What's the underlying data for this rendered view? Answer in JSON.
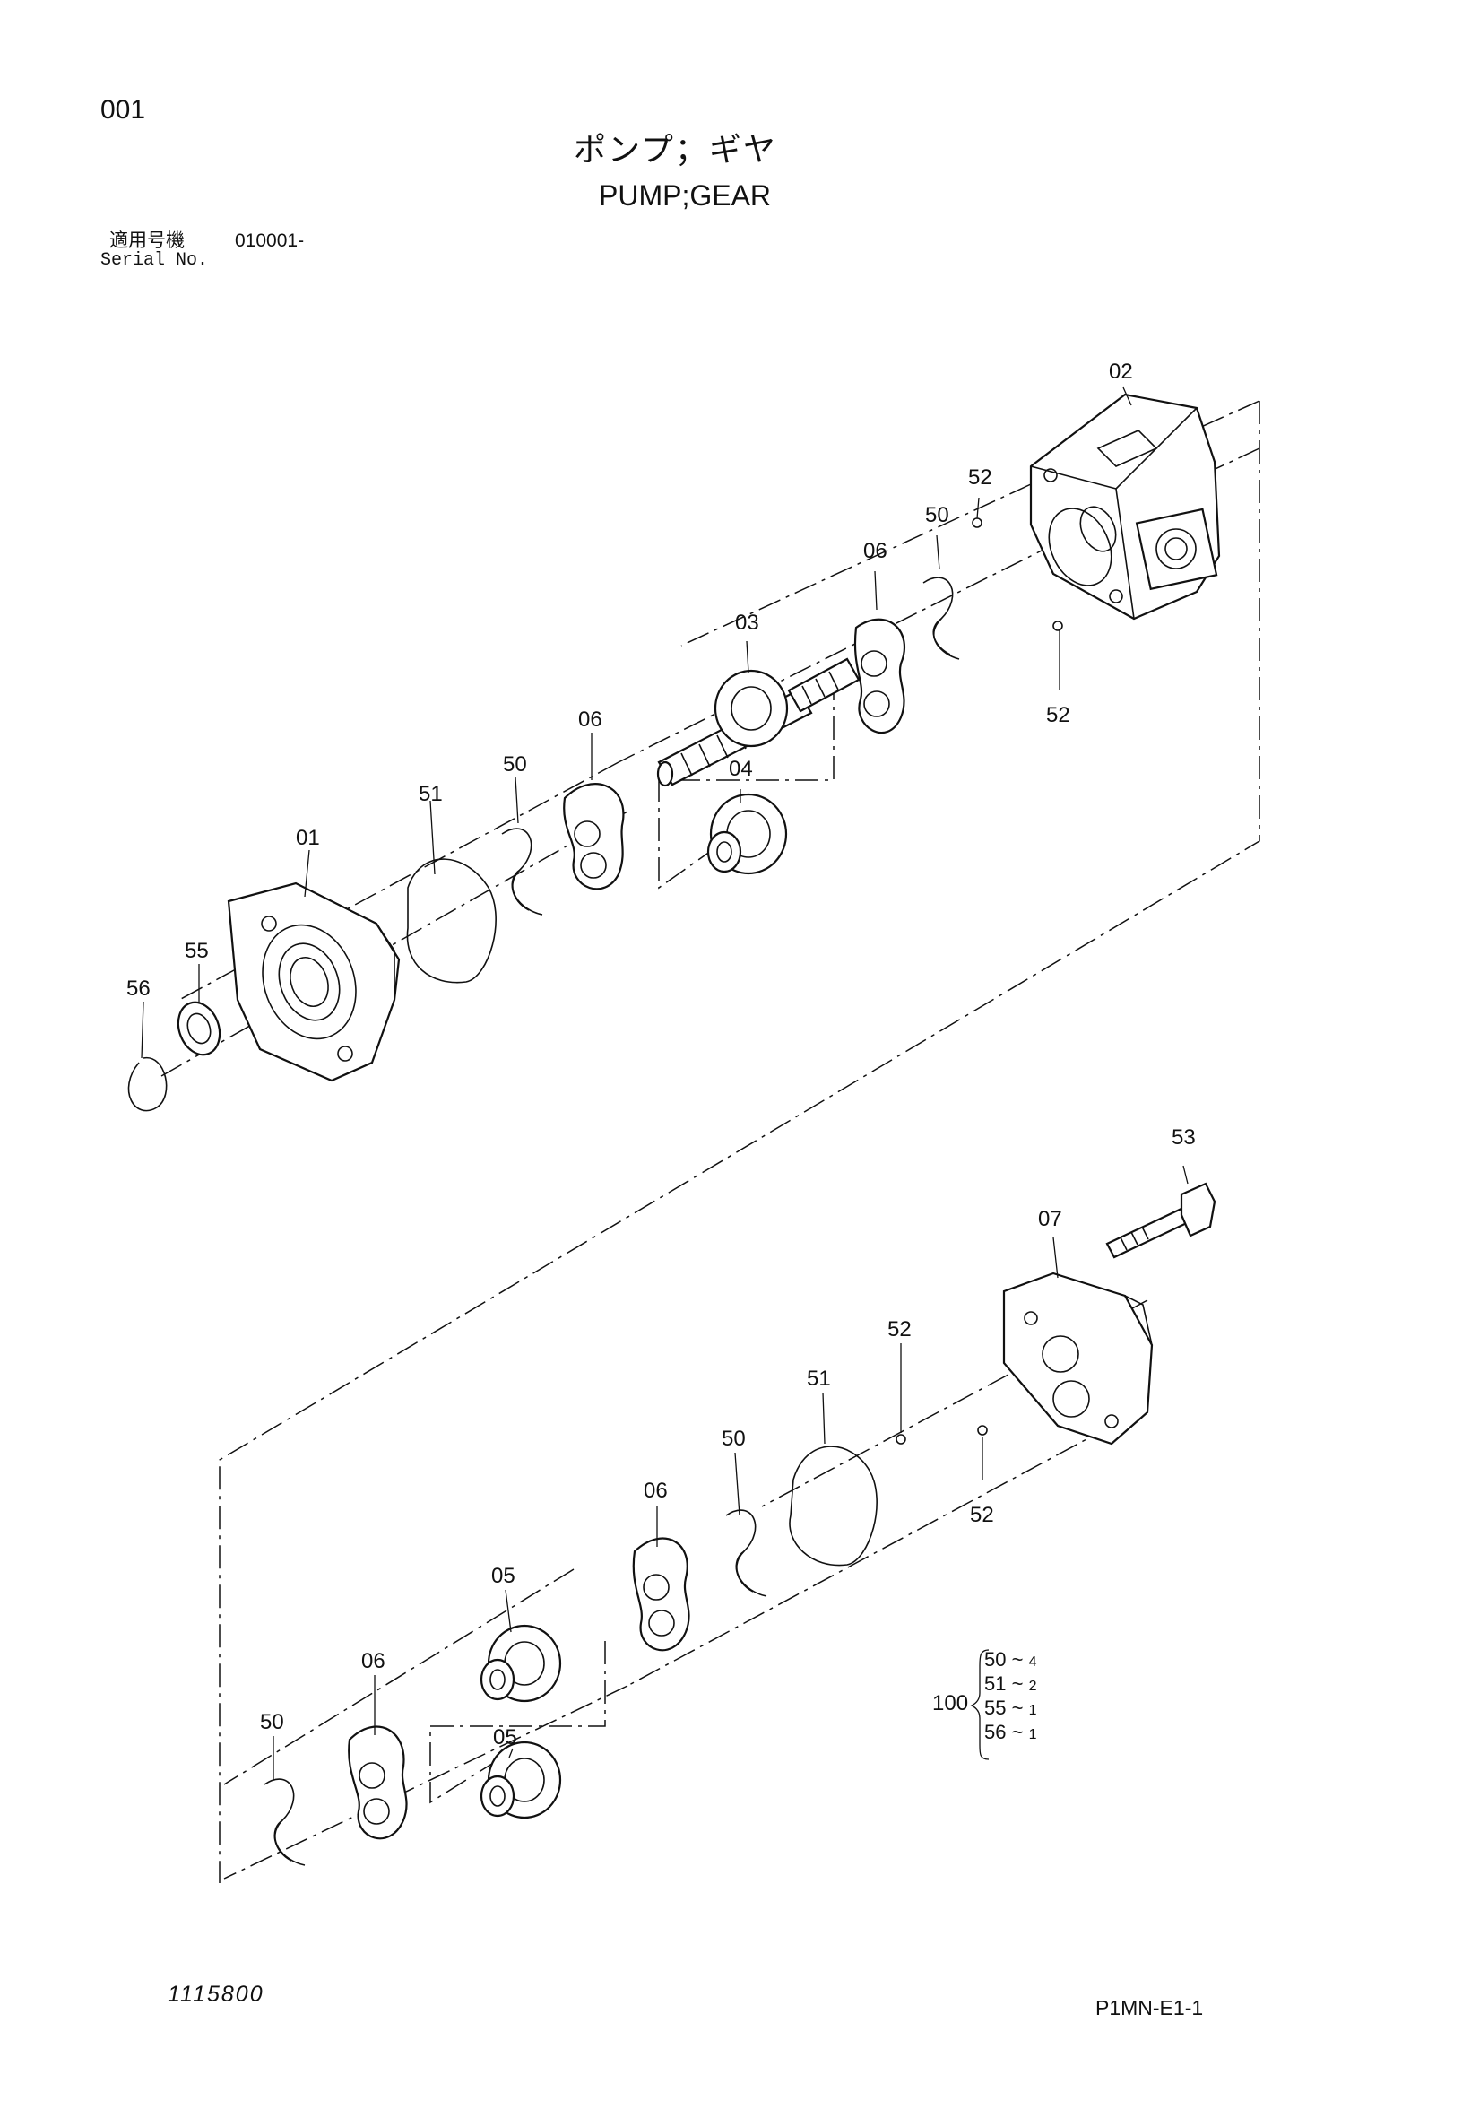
{
  "header": {
    "sheet_no": "001",
    "title_jp": "ポンプ；ギヤ",
    "title_en": "PUMP;GEAR",
    "serial_label_jp": "適用号機",
    "serial_value": "010001-",
    "serial_label_en": "Serial No."
  },
  "callouts": {
    "c01": "01",
    "c02": "02",
    "c03": "03",
    "c04": "04",
    "c05a": "05",
    "c05b": "05",
    "c06a": "06",
    "c06b": "06",
    "c06c": "06",
    "c06d": "06",
    "c07": "07",
    "c50a": "50",
    "c50b": "50",
    "c50c": "50",
    "c50d": "50",
    "c51a": "51",
    "c51b": "51",
    "c52a": "52",
    "c52b": "52",
    "c52c": "52",
    "c52d": "52",
    "c53": "53",
    "c55": "55",
    "c56": "56"
  },
  "kit": {
    "number": "100",
    "items": [
      {
        "part": "50",
        "sep": "~",
        "qty": "4"
      },
      {
        "part": "51",
        "sep": "~",
        "qty": "2"
      },
      {
        "part": "55",
        "sep": "~",
        "qty": "1"
      },
      {
        "part": "56",
        "sep": "~",
        "qty": "1"
      }
    ]
  },
  "footer": {
    "doc_no": "1115800",
    "page_code": "P1MN-E1-1"
  },
  "icons": [
    "pump-body-drawing",
    "gear-drawing",
    "shaft-drawing",
    "snap-ring-drawing",
    "o-ring-drawing",
    "bolt-drawing"
  ]
}
